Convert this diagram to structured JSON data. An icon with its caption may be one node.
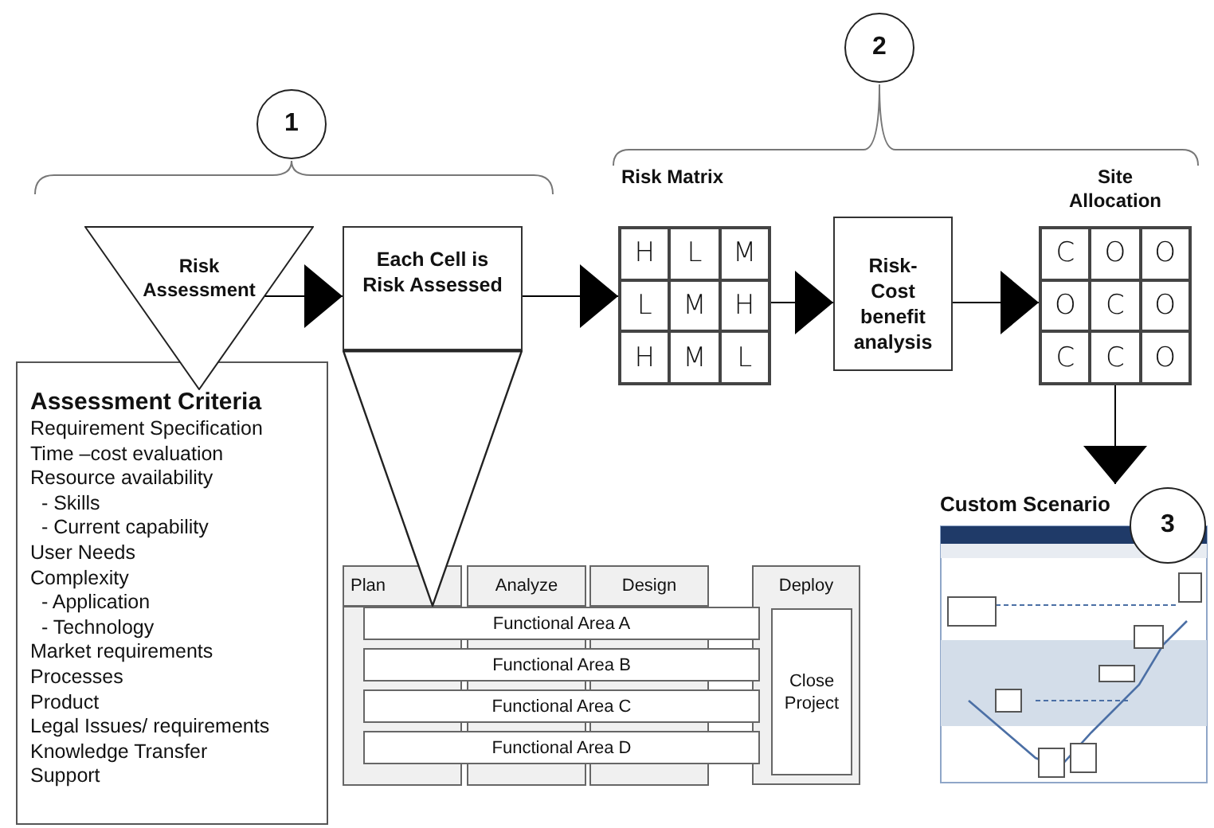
{
  "diagram": {
    "nodes": [
      {
        "text": [
          "1"
        ]
      },
      {
        "text": [
          "2"
        ]
      },
      {
        "text": [
          "Risk Assessment"
        ]
      },
      {
        "text": [
          "Each Cell is Risk Assessed"
        ]
      },
      {
        "text": [
          "Assessment Criteria",
          "Requirement Specification",
          "Time –cost evaluation",
          "Resource availability",
          "  - Skills",
          "  - Current capability",
          "User Needs",
          "Complexity",
          "  - Application",
          "  - Technology",
          "Market requirements",
          "Processes",
          "Product",
          "Legal Issues/ requirements",
          "Knowledge Transfer",
          "Support"
        ]
      },
      {
        "text": [
          "Risk Matrix",
          "H",
          "L",
          "M",
          "L",
          "M",
          "H",
          "H",
          "M",
          "L"
        ]
      },
      {
        "text": [
          "Risk-Cost benefit analysis"
        ]
      },
      {
        "text": [
          "Site Allocation",
          "C",
          "O",
          "O",
          "O",
          "C",
          "O",
          "C",
          "C",
          "O"
        ]
      },
      {
        "text": [
          "Custom Scenario"
        ]
      },
      {
        "text": [
          "3"
        ]
      },
      {
        "text": [
          "Plan"
        ]
      },
      {
        "text": [
          "Analyze"
        ]
      },
      {
        "text": [
          "Design"
        ]
      },
      {
        "text": [
          "Deploy"
        ]
      },
      {
        "text": [
          "Functional Area A"
        ]
      },
      {
        "text": [
          "Functional Area B"
        ]
      },
      {
        "text": [
          "Functional Area C"
        ]
      },
      {
        "text": [
          "Functional Area D"
        ]
      },
      {
        "text": [
          "Close Project"
        ],
        "in": 13
      },
      {
        "text": [],
        "shape": "triangle"
      }
    ],
    "edges": [
      {
        "from": 2,
        "to": 3,
        "arrow": "to"
      },
      {
        "from": 3,
        "to": 5,
        "arrow": "to"
      },
      {
        "from": 5,
        "to": 6,
        "arrow": "to"
      },
      {
        "from": 6,
        "to": 7,
        "arrow": "to"
      },
      {
        "from": 7,
        "to": 8,
        "arrow": "to"
      }
    ]
  }
}
